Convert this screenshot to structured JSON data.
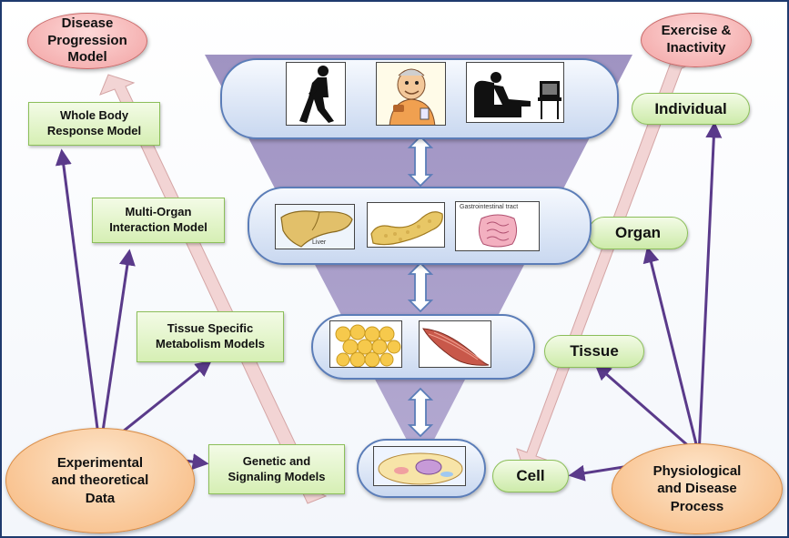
{
  "top_left_goal": "Disease\nProgression\nModel",
  "top_right_goal": "Exercise &\nInactivity",
  "left_models": [
    "Whole Body\nResponse Model",
    "Multi-Organ\nInteraction Model",
    "Tissue Specific\nMetabolism Models",
    "Genetic and\nSignaling Models"
  ],
  "levels": [
    "Individual",
    "Organ",
    "Tissue",
    "Cell"
  ],
  "left_source": "Experimental\nand theoretical\nData",
  "right_source": "Physiological\nand Disease\nProcess",
  "picture_captions": {
    "liver": "Liver",
    "gi_tract": "Gastrointestinal tract"
  },
  "icons": {
    "individual_row": [
      "walking-person-icon",
      "eating-man-icon",
      "sedentary-tv-icon"
    ],
    "organ_row": [
      "liver-icon",
      "pancreas-icon",
      "gastrointestinal-tract-icon"
    ],
    "tissue_row": [
      "adipose-tissue-icon",
      "muscle-tissue-icon"
    ],
    "cell_row": [
      "cell-icon"
    ]
  },
  "colors": {
    "funnel": "#a89cc8",
    "arrow_purple": "#5a3a8a",
    "pill_border": "#5b7db8",
    "model_box": "#d6efb4",
    "pink_ellipse": "#f2a3a3",
    "orange_ellipse": "#f7b77c",
    "wide_arrow": "#f3d3d3"
  }
}
